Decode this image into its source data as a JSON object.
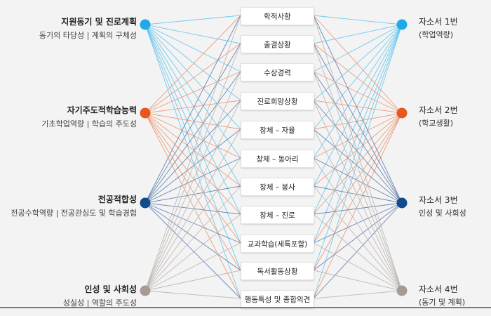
{
  "left_nodes": [
    {
      "title": "지원동기 및 진로계획",
      "subtitle": "동기의 타당성 | 계획의 구체성",
      "color": "#1fa9ea"
    },
    {
      "title": "자기주도적학습능력",
      "subtitle": "기초학업역량 | 학습의 주도성",
      "color": "#e8571e"
    },
    {
      "title": "전공적합성",
      "subtitle": "전공수학역량 | 전공관심도 및 학습경험",
      "color": "#104b8c"
    },
    {
      "title": "인성 및 사회성",
      "subtitle": "성실성 | 역할의 주도성",
      "color": "#a89b94"
    }
  ],
  "center_items": [
    "학적사항",
    "출결상황",
    "수상경력",
    "진로희망상황",
    "창체 – 자율",
    "창체 – 동아리",
    "창체 – 봉사",
    "창체 – 진로",
    "교과학습(세특포함)",
    "독서활동상황",
    "행동특성 및 종합의견"
  ],
  "right_nodes": [
    {
      "title": "자소서 1번",
      "subtitle": "(학업역량)",
      "color": "#1fa9ea"
    },
    {
      "title": "자소서 2번",
      "subtitle": "(학교생활)",
      "color": "#e8571e"
    },
    {
      "title": "자소서 3번",
      "subtitle": "인성 및 사회성",
      "color": "#104b8c"
    },
    {
      "title": "자소서 4번",
      "subtitle": "(동기 및 계획)",
      "color": "#a89b94"
    }
  ]
}
